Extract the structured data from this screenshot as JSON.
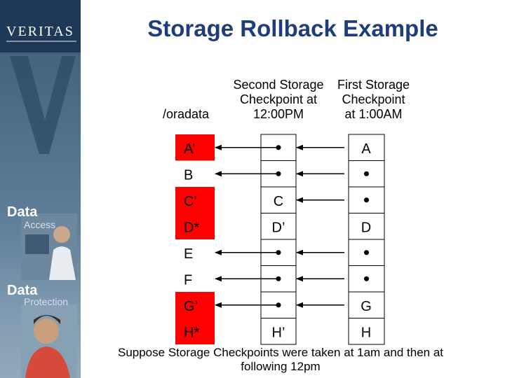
{
  "slide": {
    "title": "Storage Rollback Example",
    "caption": "Suppose Storage Checkpoints were taken at 1am and then at following 12pm"
  },
  "brand": {
    "logo": "VERITAS",
    "strip_words": [
      "Data",
      "Access",
      "Data",
      "Protection"
    ]
  },
  "headers": {
    "primary": "/oradata",
    "second_checkpoint": [
      "Second Storage",
      "Checkpoint at",
      "12:00PM"
    ],
    "first_checkpoint": [
      "First Storage",
      "Checkpoint",
      "at 1:00AM"
    ]
  },
  "diagram": {
    "rows": [
      {
        "primary": "A’",
        "second": "",
        "first": "A",
        "link_second": true,
        "link_first": true,
        "fill": "red"
      },
      {
        "primary": "B",
        "second": "",
        "first": "",
        "link_second": true,
        "link_first": true,
        "fill": "white"
      },
      {
        "primary": "C’",
        "second": "C",
        "first": "",
        "link_second": false,
        "link_first": true,
        "fill": "red"
      },
      {
        "primary": "D*",
        "second": "D’",
        "first": "D",
        "link_second": false,
        "link_first": false,
        "fill": "red"
      },
      {
        "primary": "E",
        "second": "",
        "first": "",
        "link_second": true,
        "link_first": true,
        "fill": "white"
      },
      {
        "primary": "F",
        "second": "",
        "first": "",
        "link_second": true,
        "link_first": true,
        "fill": "white"
      },
      {
        "primary": "G’",
        "second": "",
        "first": "G",
        "link_second": true,
        "link_first": true,
        "fill": "red"
      },
      {
        "primary": "H*",
        "second": "H’",
        "first": "H",
        "link_second": false,
        "link_first": false,
        "fill": "red"
      }
    ],
    "colors": {
      "red": "#ff0000",
      "white": "#ffffff",
      "line": "#000000"
    }
  }
}
